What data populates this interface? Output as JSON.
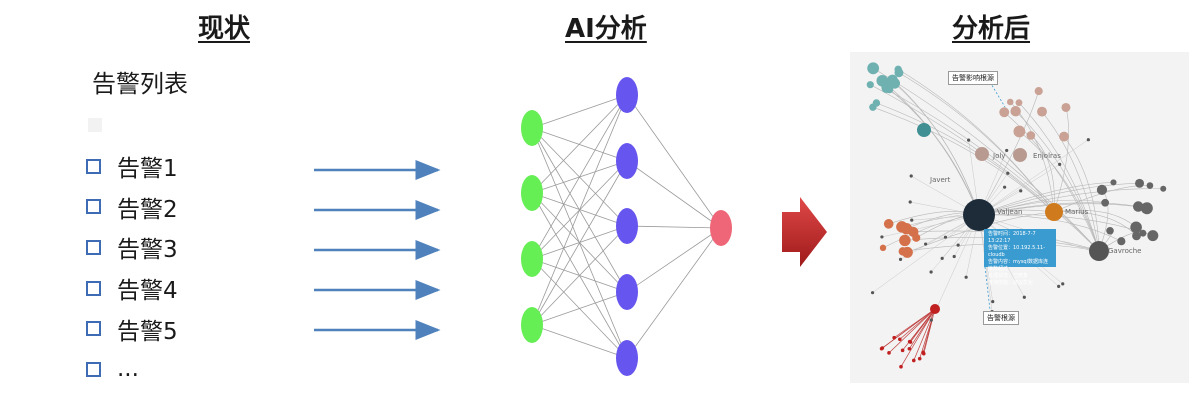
{
  "headings": {
    "current": "现状",
    "ai": "AI分析",
    "after": "分析后"
  },
  "alert_list": {
    "title": "告警列表",
    "items": [
      "告警1",
      "告警2",
      "告警3",
      "告警4",
      "告警5",
      "..."
    ]
  },
  "colors": {
    "arrow_line": "#4f81bd",
    "input_node": "#66ee55",
    "hidden_node": "#6655ee",
    "output_node": "#ee6677",
    "big_arrow": "#c02828",
    "checkbox": "#3d6bb4"
  },
  "graph": {
    "tag_impact": "告警影响根源",
    "tag_root": "告警根源",
    "node_labels": [
      "Joly",
      "Valjean",
      "Gavroche",
      "Enjolras",
      "Marius",
      "Javert"
    ],
    "tooltip_lines": [
      "告警时间：2018-7-7 13:22:17",
      "告警位置：10.192.5.11-cloudb",
      "告警内容：mysql数据库连接数超过",
      "处理状态：已修复",
      "查询性能：建议优化"
    ]
  }
}
